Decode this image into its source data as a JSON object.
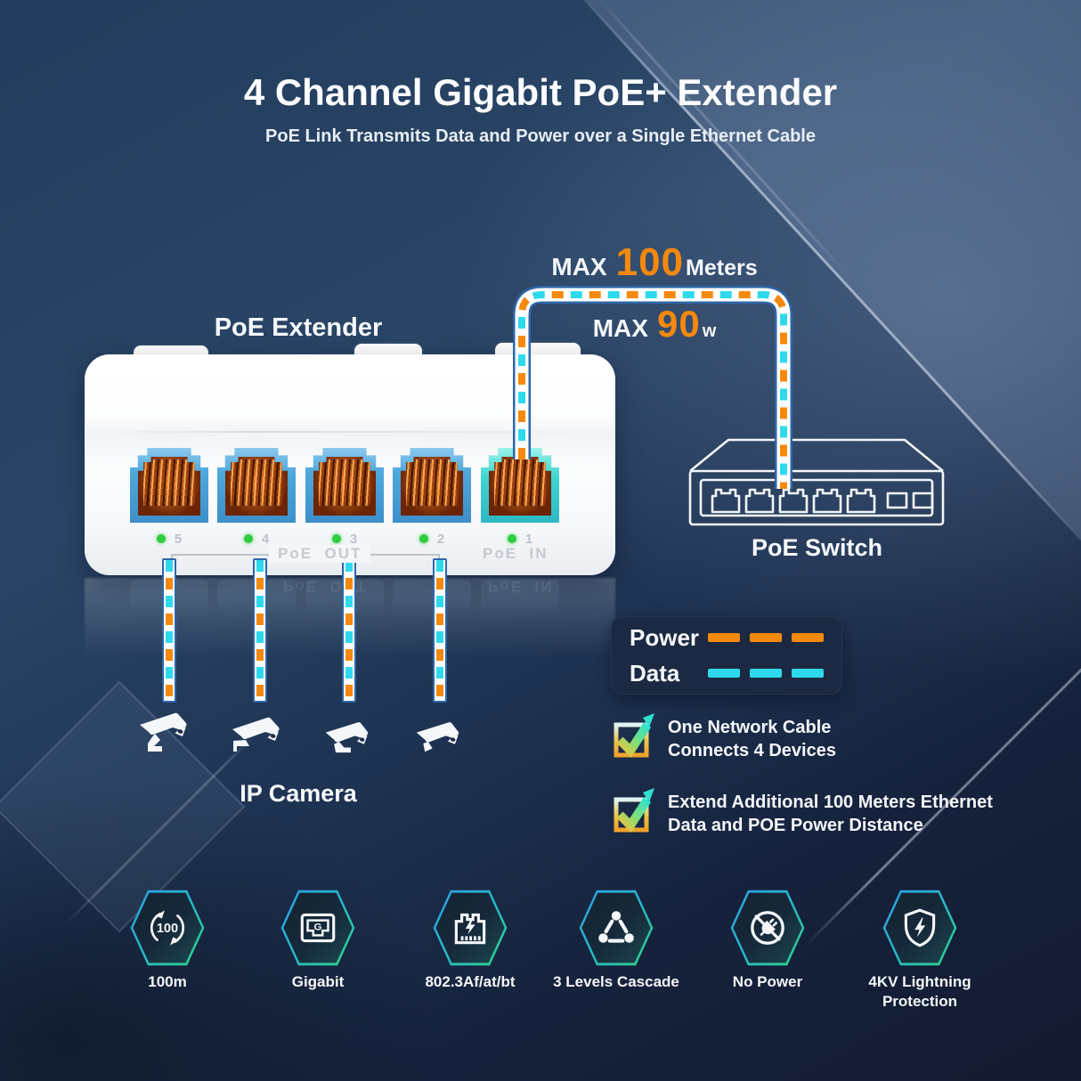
{
  "header": {
    "title": "4 Channel Gigabit PoE+ Extender",
    "subtitle": "PoE Link Transmits Data and Power over a Single Ethernet Cable"
  },
  "diagram": {
    "extender_label": "PoE Extender",
    "switch_label": "PoE Switch",
    "camera_label": "IP Camera",
    "max_distance": {
      "prefix": "MAX",
      "value": "100",
      "unit": "Meters"
    },
    "max_power": {
      "prefix": "MAX",
      "value": "90",
      "unit": "w"
    },
    "ports": {
      "numbers": [
        "5",
        "4",
        "3",
        "2",
        "1"
      ],
      "out_label": "PoE  OUT",
      "in_label": "PoE  IN"
    },
    "icons": {
      "extender_device": "poe-extender-device",
      "switch_device": "poe-switch-line-art",
      "camera": "cctv-camera-icon",
      "cable": "ethernet-cable-dashed"
    }
  },
  "legend": {
    "rows": [
      {
        "label": "Power",
        "color": "#F5890D",
        "icon": "orange-dash-swatch"
      },
      {
        "label": "Data",
        "color": "#2FD9EC",
        "icon": "cyan-dash-swatch"
      }
    ]
  },
  "features": [
    {
      "icon": "checkbox-check-icon",
      "line1": "One Network Cable",
      "line2": "Connects 4 Devices"
    },
    {
      "icon": "checkbox-check-icon",
      "line1": "Extend Additional 100 Meters Ethernet",
      "line2": "Data and POE Power Distance"
    }
  ],
  "badges": [
    {
      "icon": "distance-100m-icon",
      "label": "100m"
    },
    {
      "icon": "gigabit-port-icon",
      "label": "Gigabit"
    },
    {
      "icon": "poe-standard-icon",
      "label": "802.3Af/at/bt"
    },
    {
      "icon": "cascade-network-icon",
      "label": "3 Levels Cascade"
    },
    {
      "icon": "no-power-icon",
      "label": "No Power"
    },
    {
      "icon": "lightning-shield-icon",
      "label": "4KV Lightning Protection"
    }
  ],
  "colors": {
    "background_top": "#223C5D",
    "background_bottom": "#121A2F",
    "accent_power_orange": "#F5890D",
    "accent_data_cyan": "#2FD9EC",
    "cable_outline_blue": "#2E66A8",
    "legend_panel": "#1B2A42",
    "device_body": "#FFFFFF",
    "port_bezel_blue": "#4FA8DC",
    "port_in_teal": "#3FD6D0",
    "led_green": "#2ECC40",
    "badge_border_blue": "#2F9BE8",
    "badge_border_green": "#2FD885",
    "text_primary": "#FFFFFF"
  }
}
